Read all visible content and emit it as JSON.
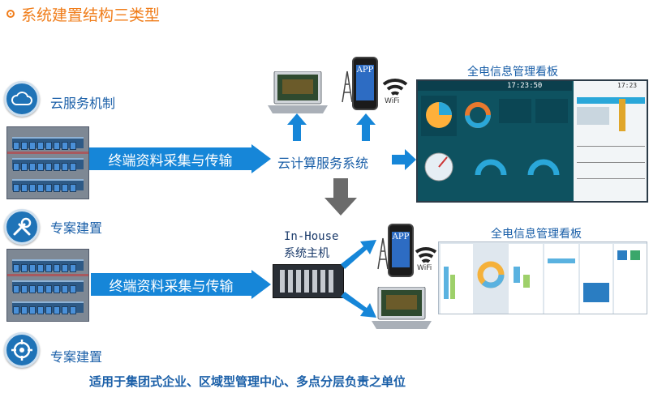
{
  "title": "系统建置结构三类型",
  "types": [
    {
      "label": "云服务机制",
      "icon": "cloud-icon"
    },
    {
      "label": "专案建置",
      "icon": "tools-icon"
    },
    {
      "label": "专案建置",
      "icon": "target-icon"
    }
  ],
  "rows": [
    {
      "collect_label": "终端资料采集与传输",
      "service_label": "云计算服务系统"
    },
    {
      "collect_label": "终端资料采集与传输"
    }
  ],
  "host": {
    "label_line1": "In-House",
    "label_line2": "系统主机"
  },
  "dashboard_titles": [
    "全电信息管理看板",
    "全电信息管理看板"
  ],
  "dashboard1": {
    "time": "17:23:50",
    "time2": "17:23"
  },
  "app_label": "APP",
  "wifi_label": "WiFi",
  "footer": "适用于集团式企业、区域型管理中心、多点分层负责之单位",
  "colors": {
    "accent_orange": "#f07d1a",
    "brand_blue": "#1f73b7",
    "arrow_blue": "#1686d8",
    "down_arrow_gray": "#6b6b6b"
  }
}
